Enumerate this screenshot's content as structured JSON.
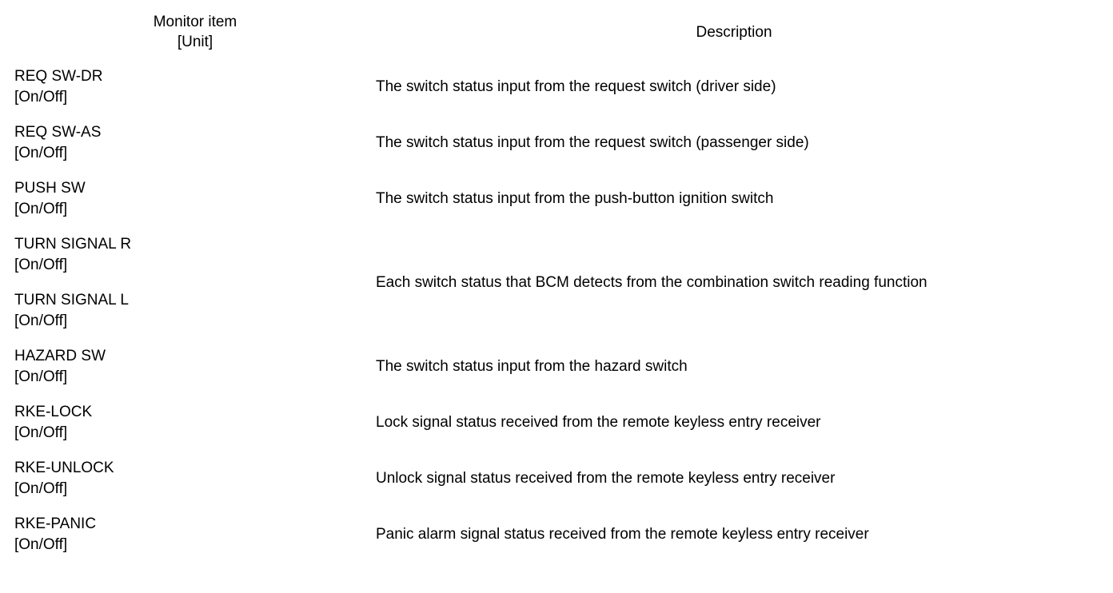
{
  "document": {
    "type": "service-manual-table",
    "title": "BCM Monitor Item Table"
  },
  "table": {
    "columns": [
      {
        "key": "item",
        "header_line1": "Monitor item",
        "header_line2": "[Unit]"
      },
      {
        "key": "description",
        "header_line1": "Description",
        "header_line2": ""
      }
    ],
    "rows": [
      {
        "name": "REQ SW-DR",
        "unit": "[On/Off]",
        "description": "The switch status input from the request switch (driver side)",
        "desc_rowspan": 1,
        "separator_above": "bold"
      },
      {
        "name": "REQ SW-AS",
        "unit": "[On/Off]",
        "description": "The switch status input from the request switch (passenger side)",
        "desc_rowspan": 1,
        "separator_above": "thin"
      },
      {
        "name": "PUSH SW",
        "unit": "[On/Off]",
        "description": "The switch status input from the push-button ignition switch",
        "desc_rowspan": 1,
        "separator_above": "thin"
      },
      {
        "name": "TURN SIGNAL R",
        "unit": "[On/Off]",
        "description": "Each switch status that BCM detects from the combination switch reading function",
        "desc_rowspan": 2,
        "separator_above": "bold"
      },
      {
        "name": "TURN SIGNAL L",
        "unit": "[On/Off]",
        "description": null,
        "desc_rowspan": 0,
        "separator_above": "thin"
      },
      {
        "name": "HAZARD SW",
        "unit": "[On/Off]",
        "description": "The switch status input from the hazard switch",
        "desc_rowspan": 1,
        "separator_above": "bold"
      },
      {
        "name": "RKE-LOCK",
        "unit": "[On/Off]",
        "description": "Lock signal status received from the remote keyless entry receiver",
        "desc_rowspan": 1,
        "separator_above": "bold"
      },
      {
        "name": "RKE-UNLOCK",
        "unit": "[On/Off]",
        "description": "Unlock signal status received from the remote keyless entry receiver",
        "desc_rowspan": 1,
        "separator_above": "thin"
      },
      {
        "name": "RKE-PANIC",
        "unit": "[On/Off]",
        "description": "Panic alarm signal status received from the remote keyless entry receiver",
        "desc_rowspan": 1,
        "separator_above": "thin"
      }
    ]
  },
  "colors": {
    "ink": "#000000",
    "page": "#ffffff"
  }
}
